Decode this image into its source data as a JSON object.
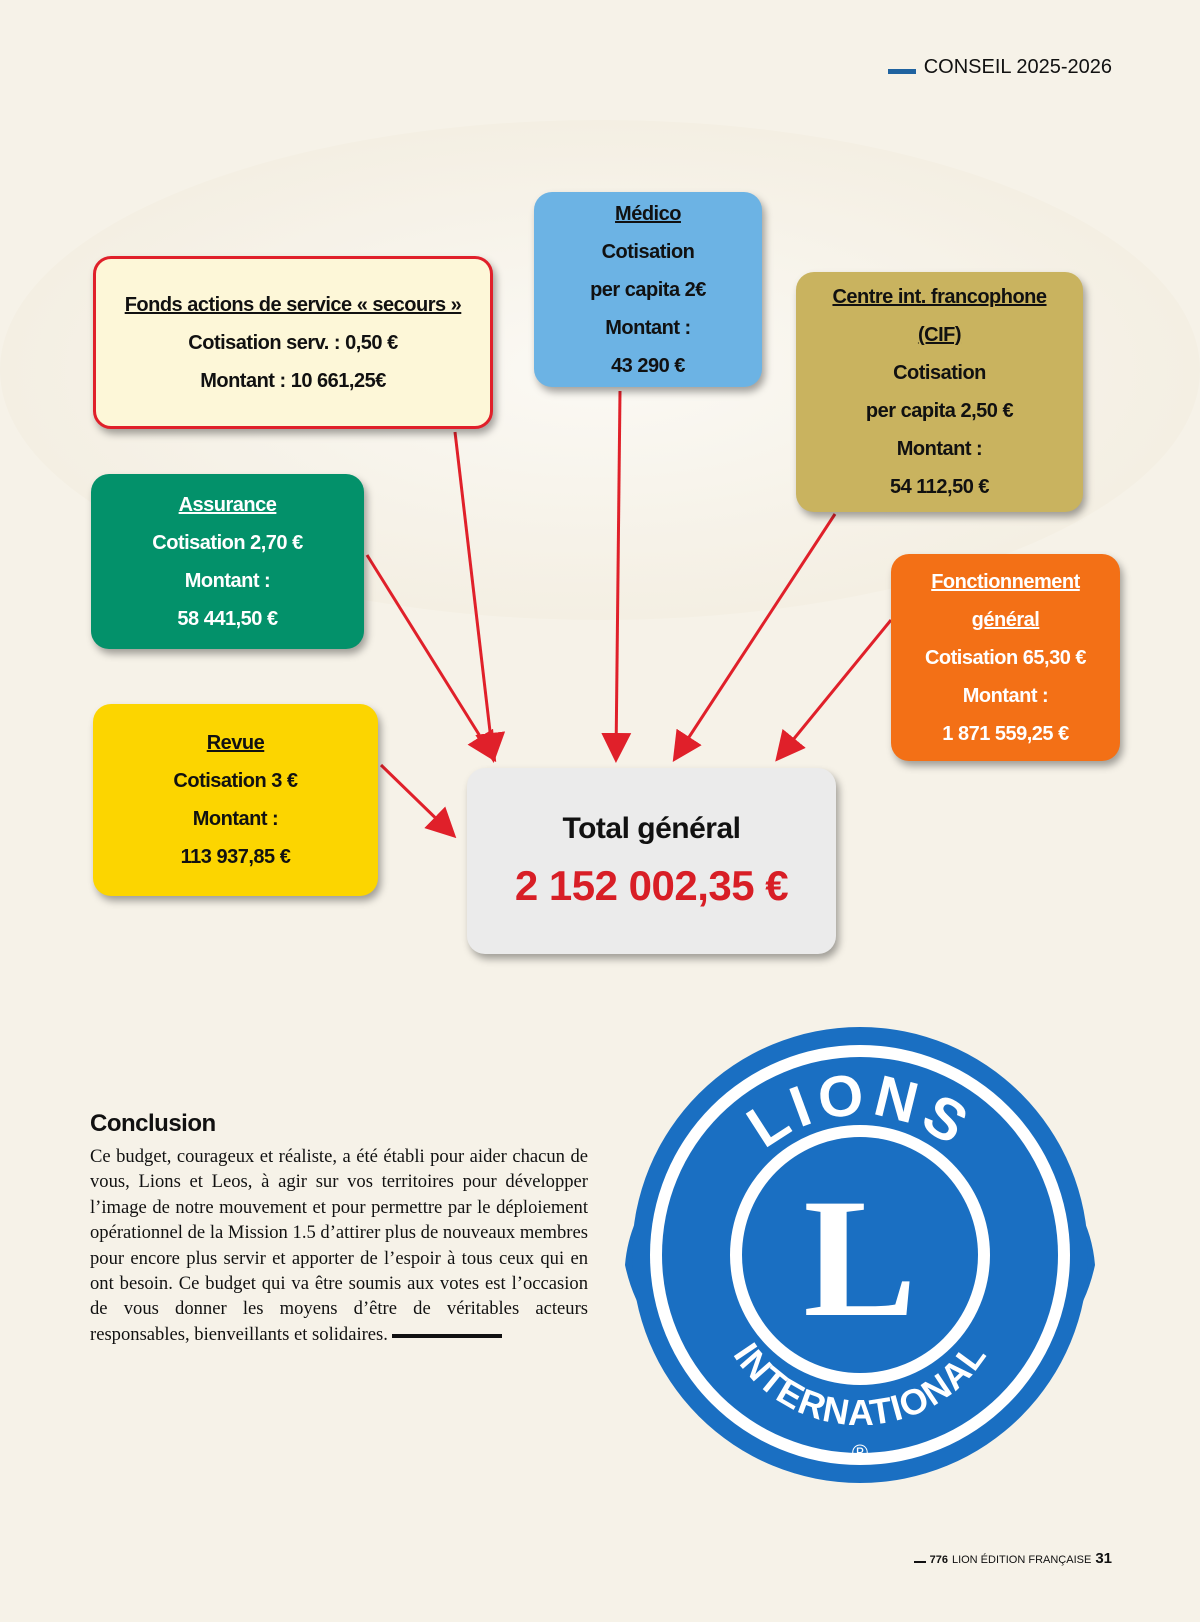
{
  "header": {
    "section": "CONSEIL 2025-2026"
  },
  "boxes": {
    "fonds": {
      "title": "Fonds actions de service « secours »",
      "line1": "Cotisation serv. : 0,50 €",
      "line2": "Montant : 10 661,25€"
    },
    "medico": {
      "title": "Médico",
      "line1": "Cotisation",
      "line2": "per capita 2€",
      "line3": "Montant :",
      "line4": "43 290 €"
    },
    "cif": {
      "title1": "Centre int. francophone",
      "title2": "(CIF)",
      "line1": "Cotisation",
      "line2": "per capita 2,50 €",
      "line3": "Montant :",
      "line4": "54 112,50 €"
    },
    "assurance": {
      "title": "Assurance",
      "line1": "Cotisation 2,70 €",
      "line2": "Montant :",
      "line3": "58 441,50 €"
    },
    "fonctionnement": {
      "title1": "Fonctionnement",
      "title2": "général",
      "line1": "Cotisation 65,30 €",
      "line2": "Montant :",
      "line3": "1 871 559,25 €"
    },
    "revue": {
      "title": "Revue",
      "line1": "Cotisation 3 €",
      "line2": "Montant :",
      "line3": "113 937,85 €"
    },
    "total": {
      "label": "Total général",
      "amount": "2 152 002,35 €"
    }
  },
  "conclusion": {
    "heading": "Conclusion",
    "body": "Ce budget, courageux et réaliste, a été établi pour aider chacun de vous, Lions et Leos, à agir sur vos territoires pour développer l’image de notre mouvement et pour permettre par le déploiement opérationnel de la Mission 1.5 d’attirer plus de nouveaux membres pour encore plus servir et apporter de l’espoir à tous ceux qui en ont besoin. Ce budget qui va être soumis aux votes est l’occasion de vous donner les moyens d’être de véritables acteurs responsables, bienveillants et solidaires."
  },
  "logo": {
    "top": "LIONS",
    "bottom": "INTERNATIONAL",
    "letter": "L",
    "mark": "®"
  },
  "footer": {
    "issue": "776",
    "publication": "LION ÉDITION FRANÇAISE",
    "page": "31"
  },
  "colors": {
    "accent_blue": "#1f63a0",
    "arrow_red": "#e0202a",
    "total_red": "#d81e26",
    "logo_blue": "#1a6fc2"
  }
}
